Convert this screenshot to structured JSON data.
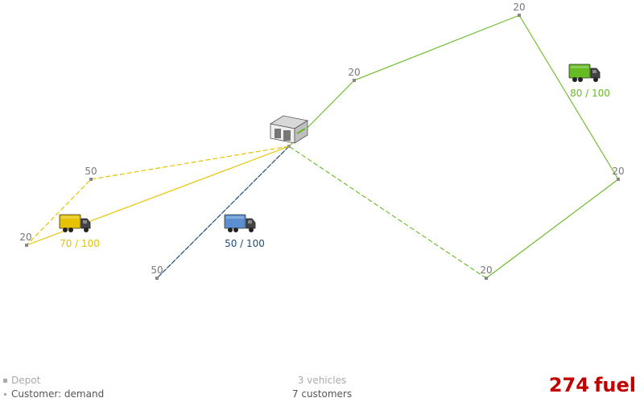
{
  "colors": {
    "yellow": "#e6c200",
    "blue": "#1f4e79",
    "green": "#66bb22",
    "fuel": "#c00000",
    "muted": "#aaaaaa",
    "dark": "#555555"
  },
  "map": {
    "depot_icon": "warehouse-icon",
    "customers": [
      {
        "id": "c1",
        "demand": "20"
      },
      {
        "id": "c2",
        "demand": "20"
      },
      {
        "id": "c3",
        "demand": "20"
      },
      {
        "id": "c4",
        "demand": "20"
      },
      {
        "id": "c5",
        "demand": "50"
      },
      {
        "id": "c6",
        "demand": "20"
      },
      {
        "id": "c7",
        "demand": "50"
      }
    ],
    "vehicles": [
      {
        "id": "v1",
        "color": "yellow",
        "icon": "truck-icon",
        "load_label": "70 / 100"
      },
      {
        "id": "v2",
        "color": "blue",
        "icon": "truck-icon",
        "load_label": "50 / 100"
      },
      {
        "id": "v3",
        "color": "green",
        "icon": "truck-icon",
        "load_label": "80 / 100"
      }
    ]
  },
  "legend": {
    "depot": "Depot",
    "customer": "Customer: demand"
  },
  "summary": {
    "vehicles": "3 vehicles",
    "customers": "7 customers"
  },
  "fuel": {
    "value": "274",
    "unit": "fuel"
  }
}
